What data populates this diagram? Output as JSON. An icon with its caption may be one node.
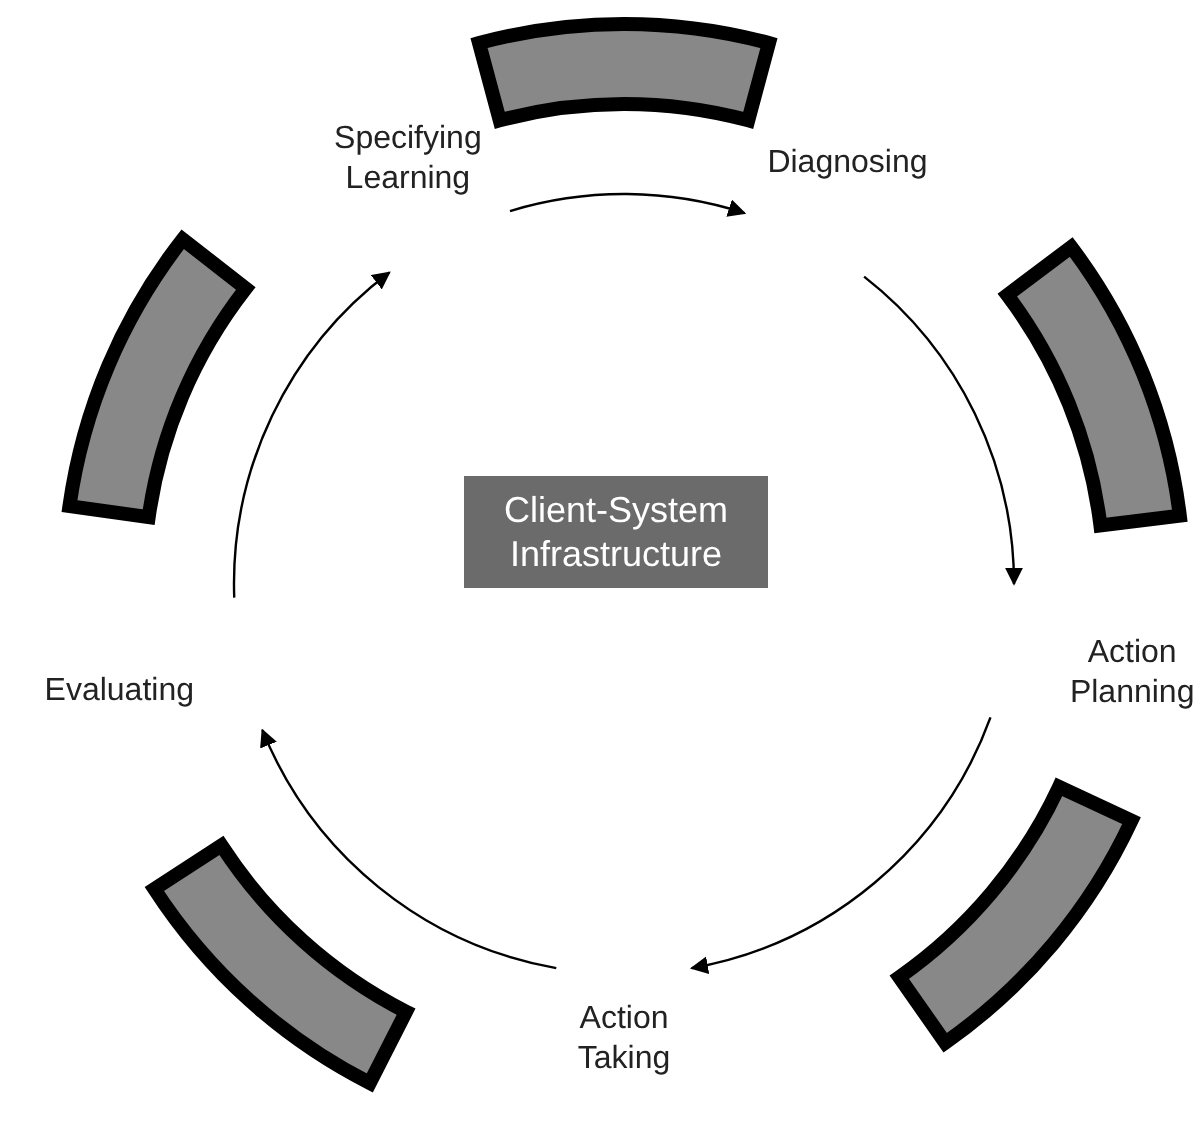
{
  "diagram": {
    "nodes": [
      {
        "text": [
          "Specifying Learning"
        ]
      },
      {
        "text": [
          "Diagnosing"
        ]
      },
      {
        "text": [
          "Client-System Infrastructure"
        ]
      },
      {
        "text": [
          "Action Planning"
        ]
      },
      {
        "text": [
          "Evaluating"
        ]
      },
      {
        "text": [
          "Action Taking"
        ]
      },
      {
        "text": [],
        "shape": "bar"
      },
      {
        "text": [],
        "shape": "bar"
      },
      {
        "text": [],
        "shape": "bar"
      },
      {
        "text": [],
        "shape": "bar"
      },
      {
        "text": [],
        "shape": "bar"
      }
    ],
    "edges": [
      {
        "from": 1,
        "to": 3,
        "arrow": "to"
      },
      {
        "from": 3,
        "to": 5,
        "arrow": "to"
      },
      {
        "from": 5,
        "to": 4,
        "arrow": "to"
      },
      {
        "from": 4,
        "to": 0,
        "arrow": "to"
      },
      {
        "from": 0,
        "to": 1,
        "arrow": "to"
      }
    ]
  }
}
